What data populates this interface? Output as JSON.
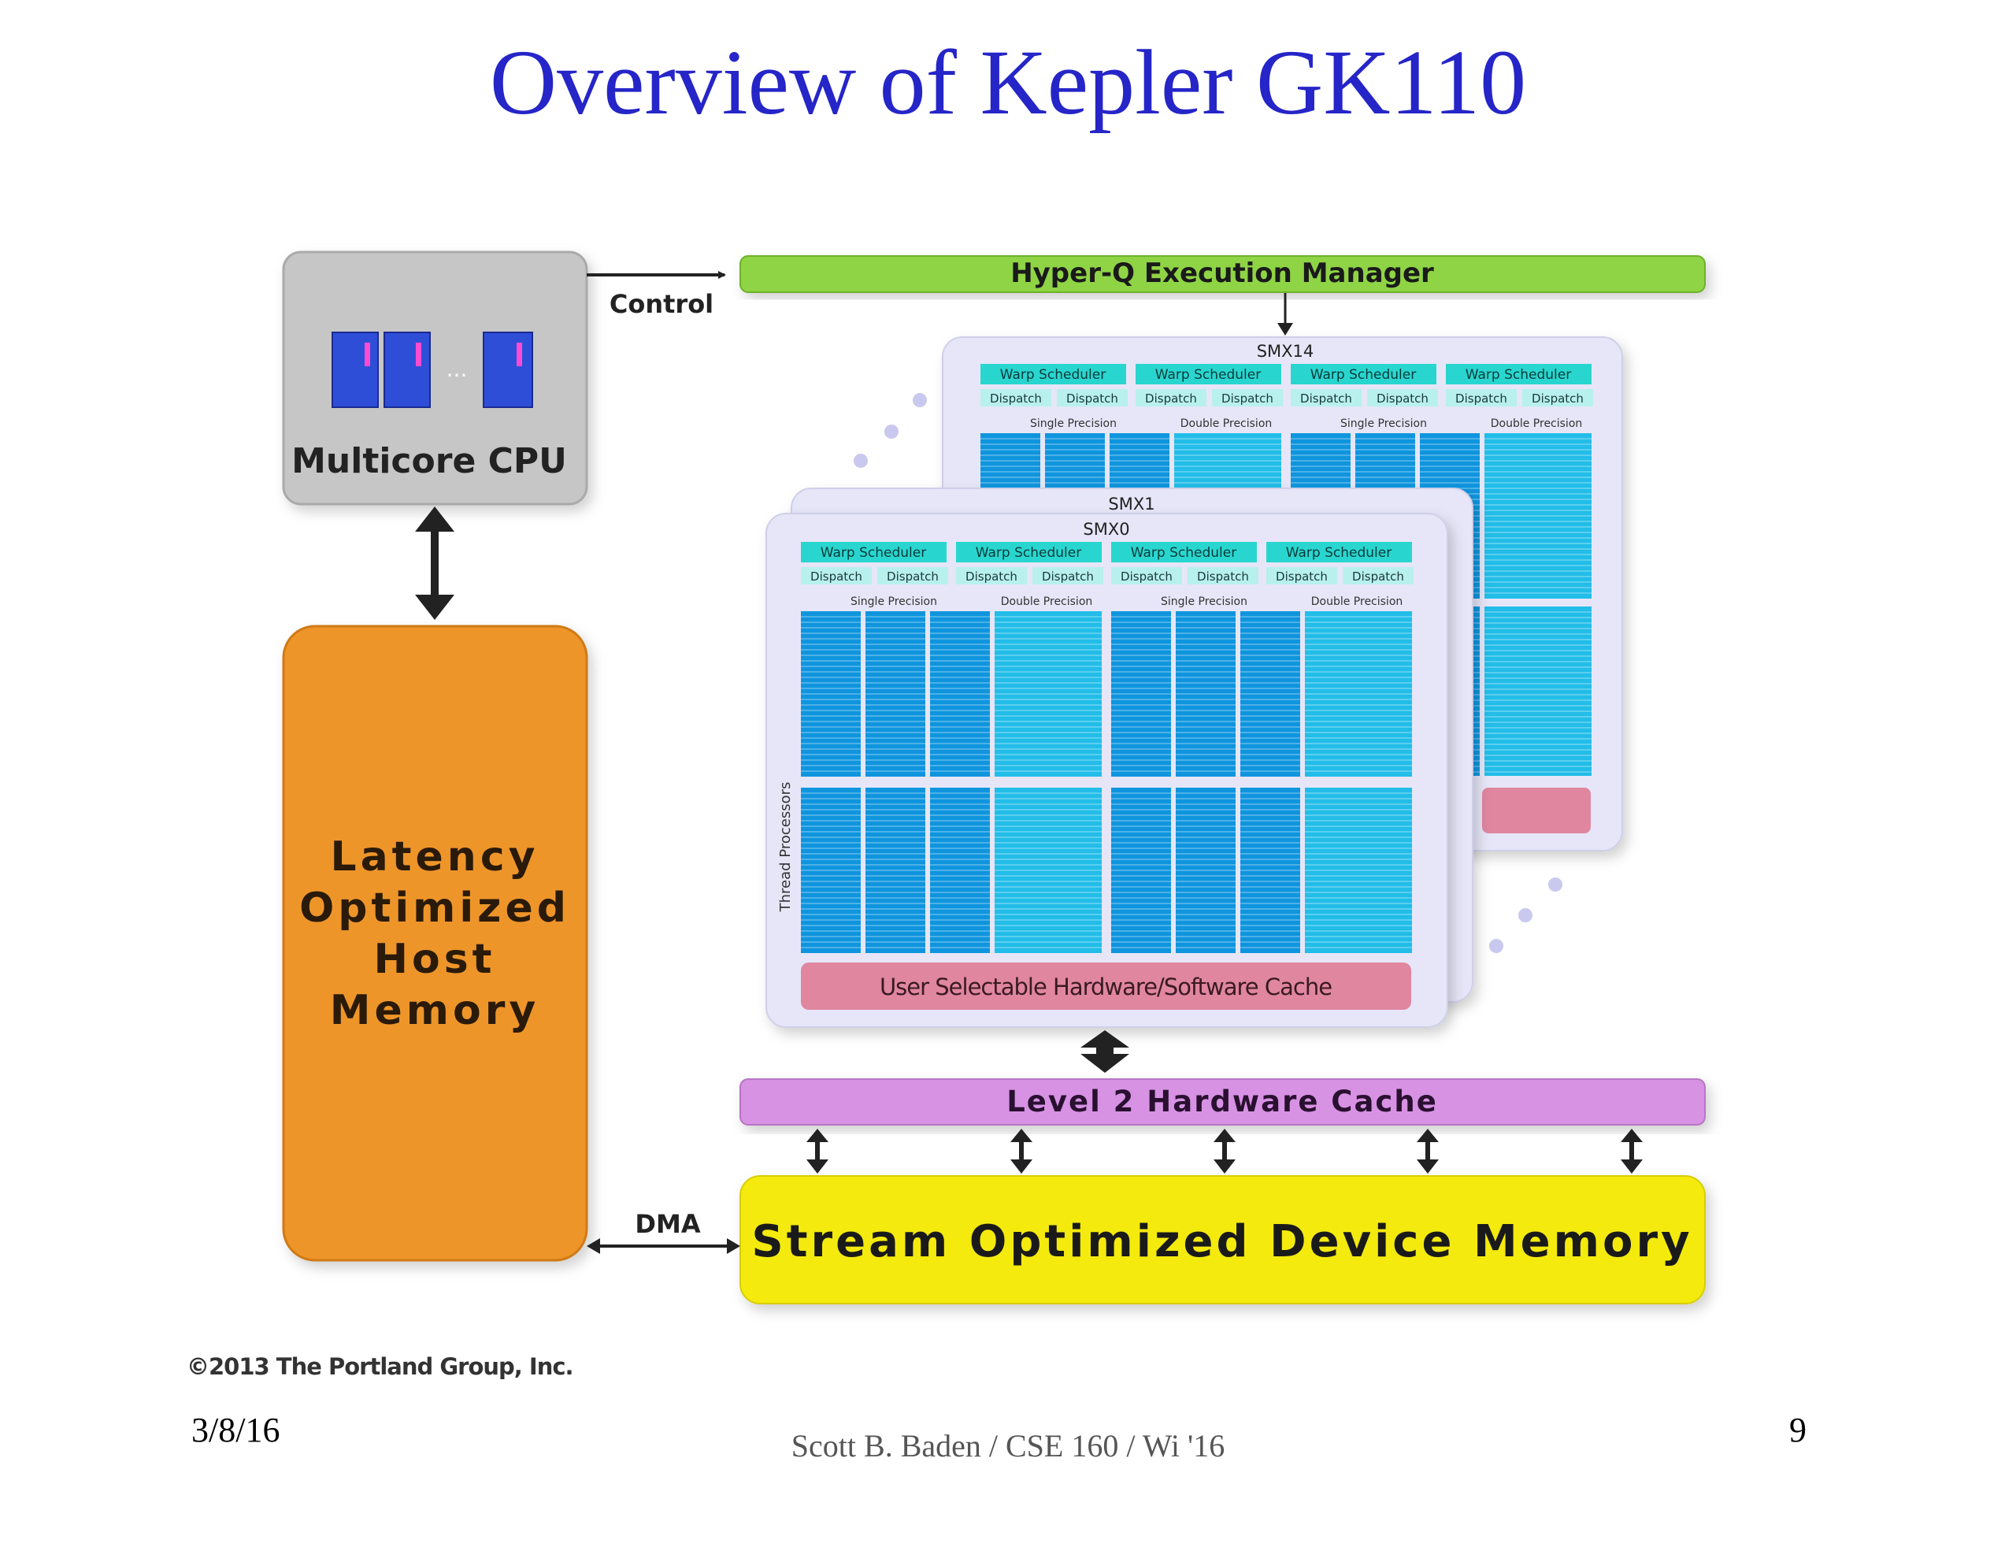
{
  "title": "Overview of Kepler GK110",
  "diagram": {
    "control_label": "Control",
    "dma_label": "DMA",
    "hyperq_label": "Hyper-Q Execution Manager",
    "cpu": {
      "label": "Multicore CPU",
      "ellipsis": "..."
    },
    "host_memory": {
      "lines": [
        "Latency",
        "Optimized",
        "Host",
        "Memory"
      ]
    },
    "device_memory_label": "Stream Optimized Device Memory",
    "l2_cache_label": "Level 2 Hardware Cache",
    "smx_labels": {
      "back": "SMX14",
      "middle": "SMX1",
      "front": "SMX0"
    },
    "warp_scheduler_label": "Warp Scheduler",
    "dispatch_label": "Dispatch",
    "single_precision_label": "Single Precision",
    "double_precision_label": "Double Precision",
    "thread_processors_label": "Thread Processors",
    "cache_label": "User Selectable Hardware/Software Cache"
  },
  "colors": {
    "title": "#2525c8",
    "hyperq": "#8fd444",
    "cpu_box": "#c6c6c6",
    "cpu_core": "#2f4ed8",
    "host_memory": "#ee952a",
    "device_memory": "#f4ea0a",
    "l2_cache": "#d792e4",
    "smx_panel": "#e6e6f8",
    "warp_scheduler": "#29d6cf",
    "dispatch": "#b8f0ee",
    "single_precision": "#0f95de",
    "double_precision": "#22bde8",
    "cache": "#e0869f"
  },
  "copyright": "©2013 The Portland Group, Inc.",
  "footer": {
    "date": "3/8/16",
    "author": "Scott B. Baden / CSE 160 / Wi '16",
    "page": "9"
  }
}
